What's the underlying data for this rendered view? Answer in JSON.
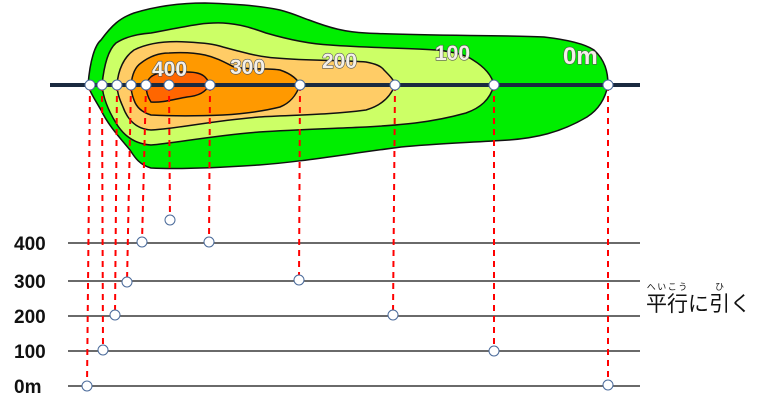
{
  "contour_labels": [
    "400",
    "300",
    "200",
    "100",
    "0m"
  ],
  "axis_labels": [
    "400",
    "300",
    "200",
    "100",
    "0m"
  ],
  "caption": {
    "word1": "平行",
    "word1_ruby": "へいこう",
    "mid": "に",
    "word2": "引",
    "word2_ruby": "ひ",
    "end": "く"
  },
  "colors": {
    "elev_0": "#00ee00",
    "elev_100": "#ccff66",
    "elev_200": "#ffcc66",
    "elev_300": "#ff9900",
    "elev_400": "#ff6600",
    "section_line": "#1a2a40",
    "projection": "#ff0000"
  }
}
